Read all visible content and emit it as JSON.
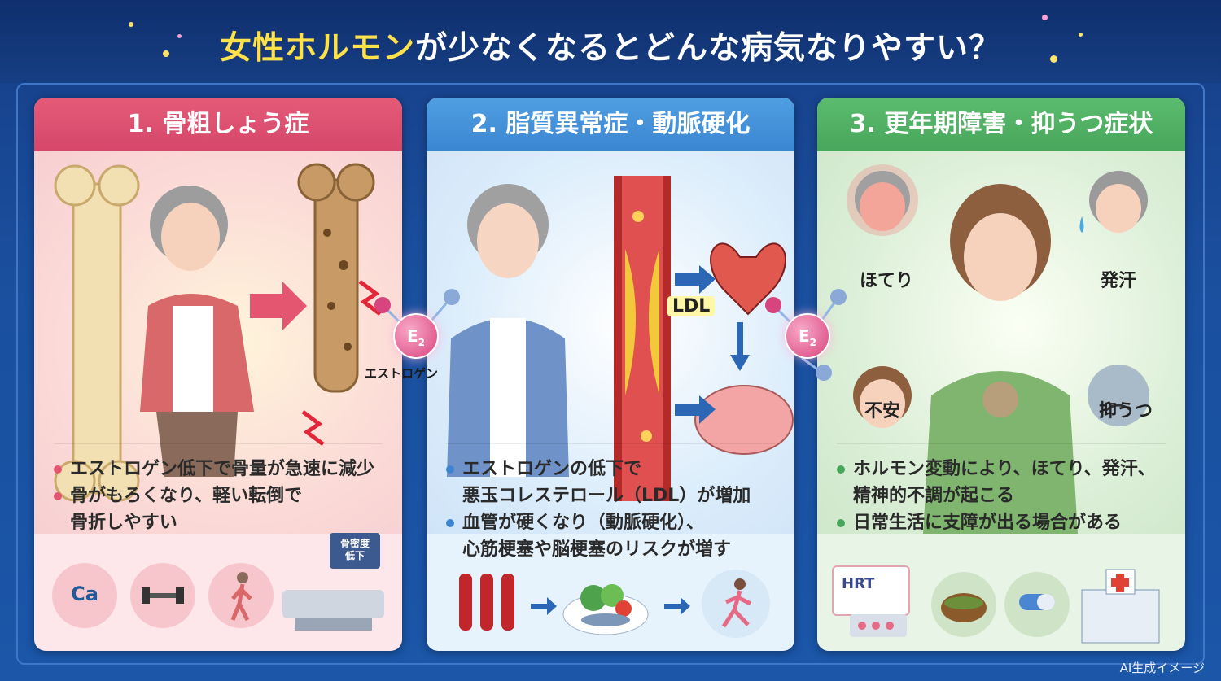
{
  "title": {
    "highlight": "女性ホルモン",
    "rest": "が少なくなるとどんな病気なりやすい？"
  },
  "panels": [
    {
      "heading": "1. 骨粗しょう症",
      "bullets": [
        "エストロゲン低下で骨量が急速に減少",
        "骨がもろくなり、軽い転倒で\n骨折しやすい"
      ],
      "icons": [
        "Ca",
        "骨密度\n低下"
      ]
    },
    {
      "heading": "2. 脂質異常症・動脈硬化",
      "bullets": [
        "エストロゲンの低下で\n悪玉コレステロール（LDL）が増加",
        "血管が硬くなり（動脈硬化）、\n心筋梗塞や脳梗塞のリスクが増す"
      ],
      "ldl": "LDL"
    },
    {
      "heading": "3. 更年期障害・抑うつ症状",
      "bullets": [
        "ホルモン変動により、ほてり、発汗、\n精神的不調が起こる",
        "日常生活に支障が出る場合がある"
      ],
      "symptoms": [
        "ほてり",
        "発汗",
        "不安",
        "抑うつ"
      ],
      "hrt": "HRT"
    }
  ],
  "estrogen": {
    "symbol": "E",
    "sub": "2",
    "label": "エストロゲン"
  },
  "footer": "AI生成イメージ"
}
